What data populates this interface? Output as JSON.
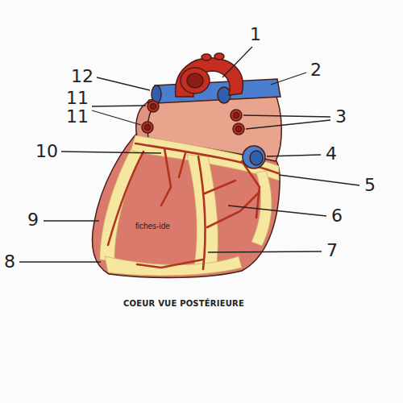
{
  "diagram": {
    "caption": "COEUR VUE POSTÉRIEURE",
    "labels": [
      "1",
      "2",
      "3",
      "4",
      "5",
      "6",
      "7",
      "8",
      "9",
      "10",
      "11",
      "11",
      "12",
      "fiches-ide"
    ]
  }
}
